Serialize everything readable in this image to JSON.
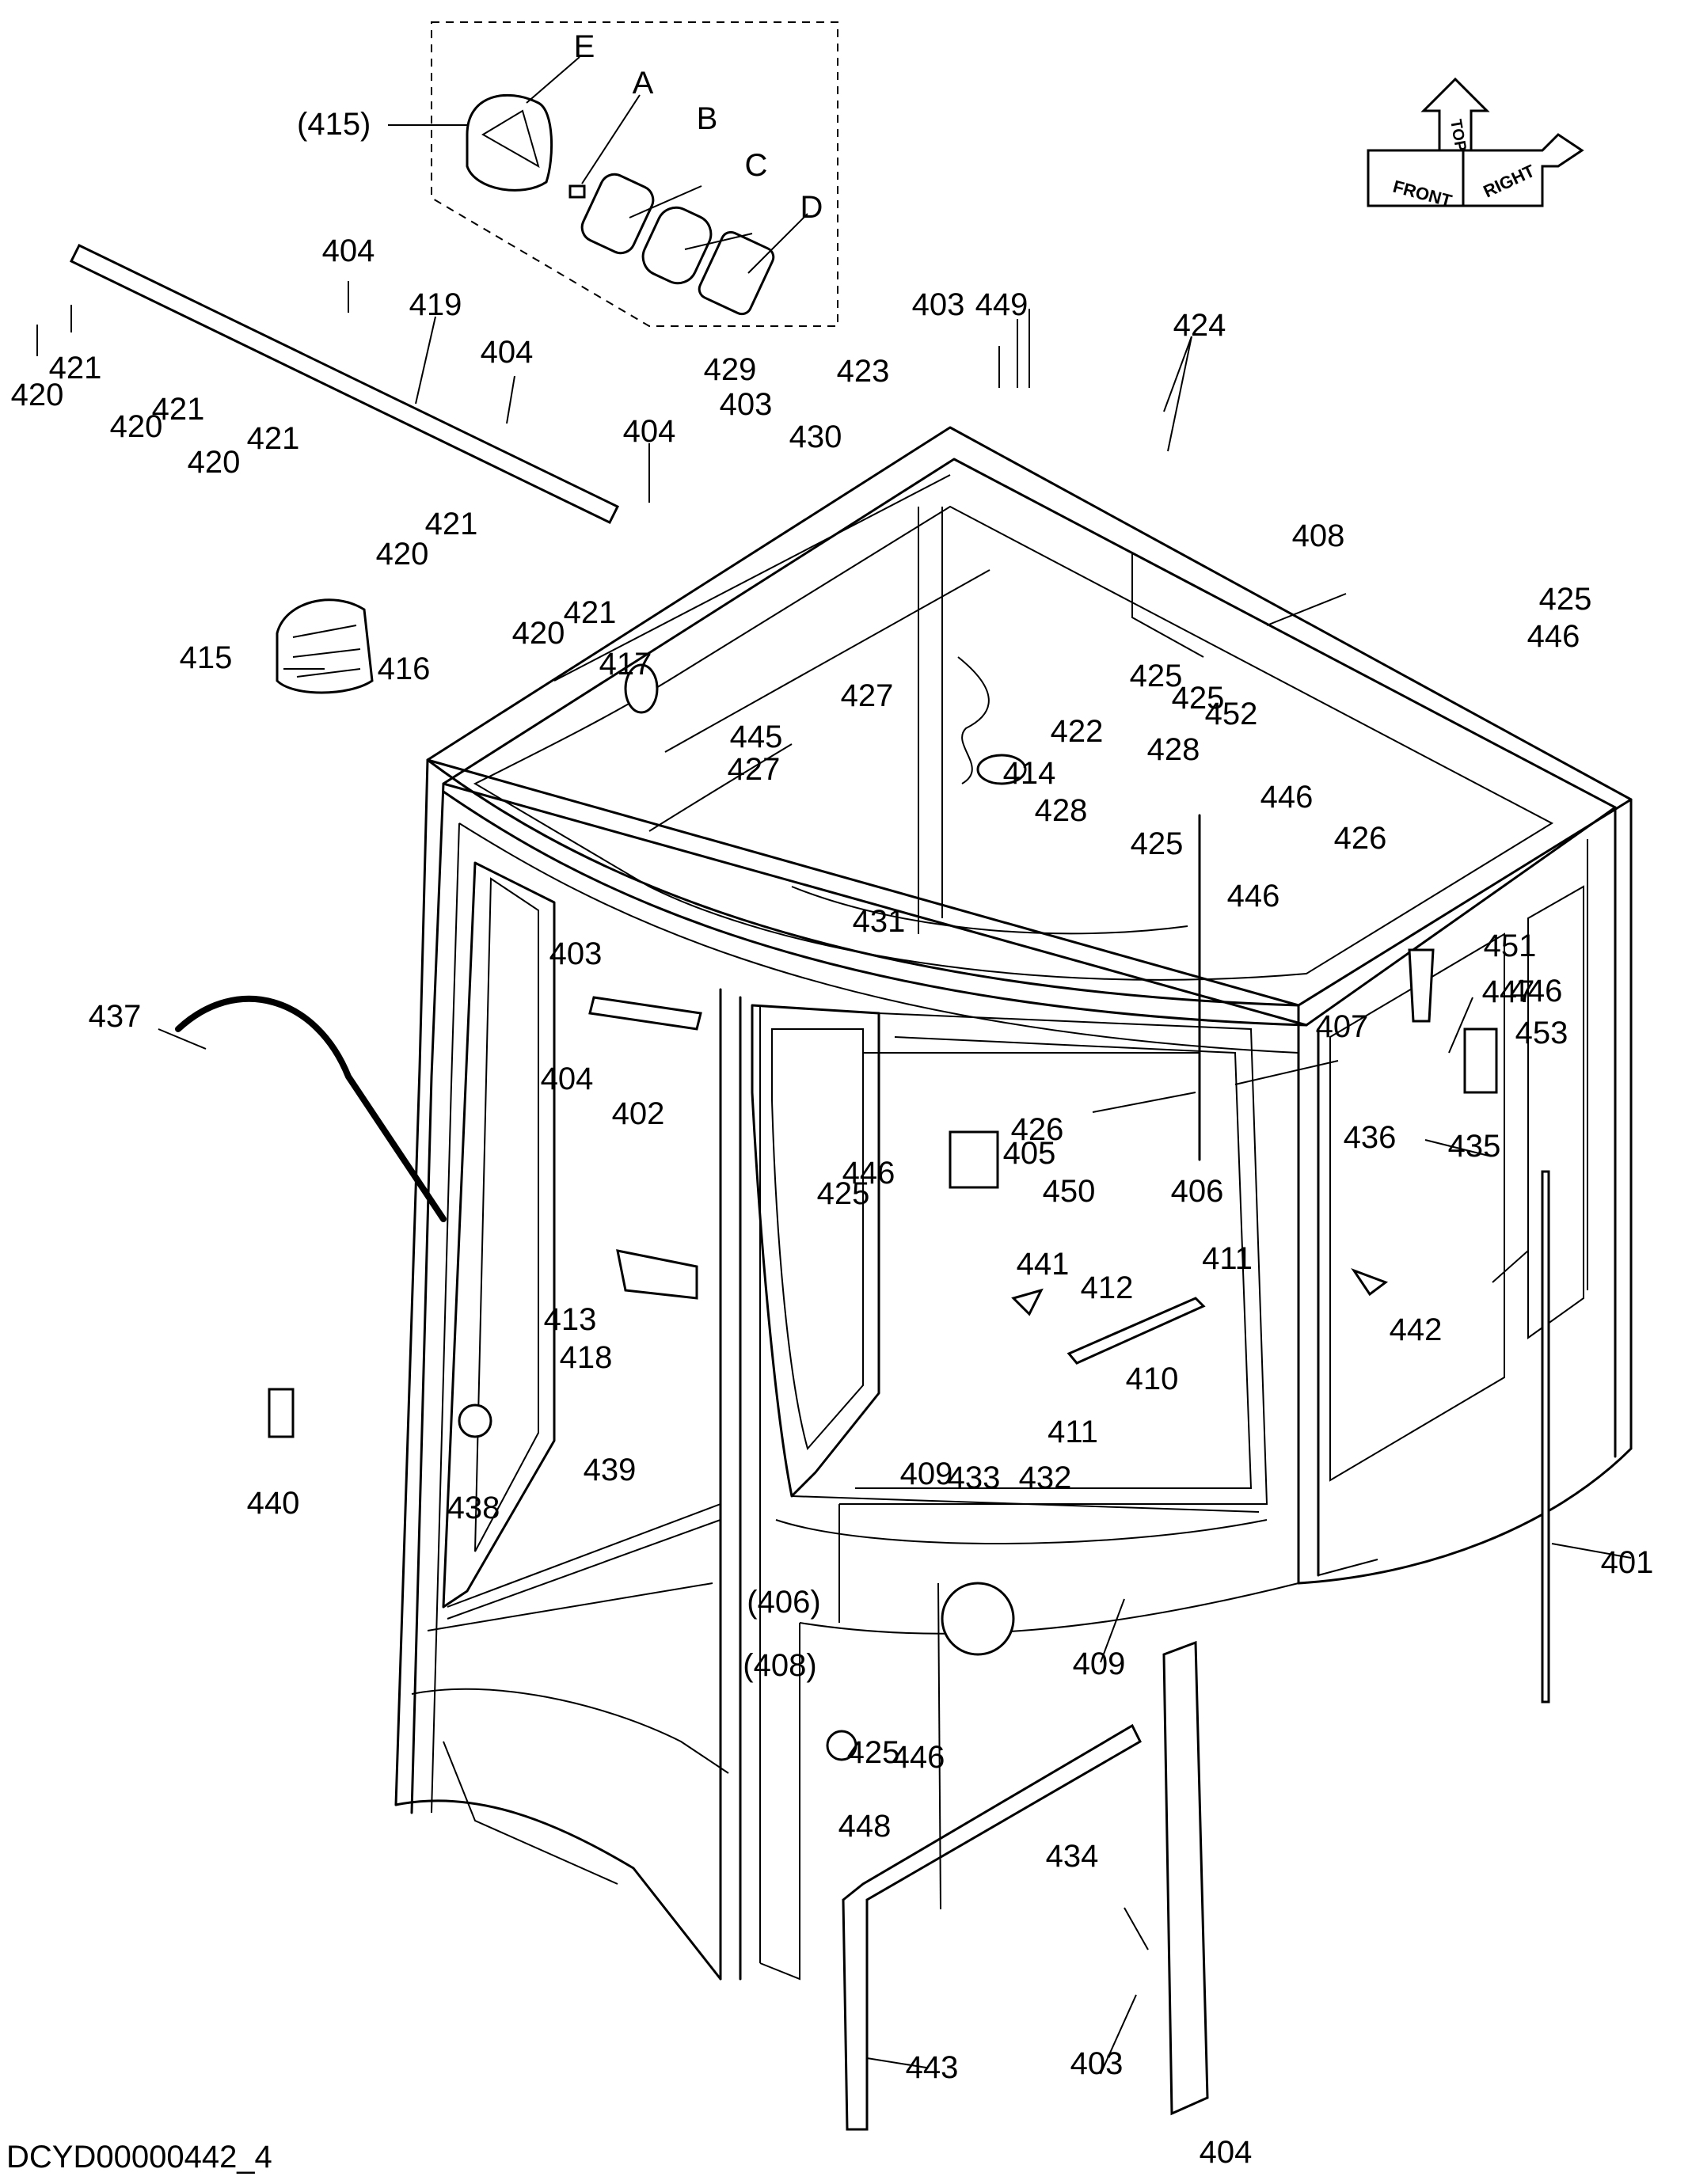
{
  "drawing_number": "DCYD00000442_4",
  "orientation_icon": {
    "front": "FRONT",
    "top": "TOP",
    "right": "RIGHT"
  },
  "inset_group": "(415)",
  "inset_letters": [
    "E",
    "A",
    "B",
    "C",
    "D"
  ],
  "callouts": [
    "401",
    "402",
    "403",
    "403",
    "403",
    "403",
    "404",
    "404",
    "404",
    "404",
    "404",
    "405",
    "406",
    "(406)",
    "407",
    "408",
    "(408)",
    "409",
    "409",
    "410",
    "411",
    "411",
    "412",
    "413",
    "414",
    "415",
    "416",
    "417",
    "418",
    "419",
    "420",
    "420",
    "420",
    "420",
    "420",
    "421",
    "421",
    "421",
    "421",
    "421",
    "422",
    "423",
    "424",
    "425",
    "425",
    "425",
    "425",
    "425",
    "425",
    "426",
    "426",
    "427",
    "427",
    "428",
    "428",
    "429",
    "430",
    "431",
    "432",
    "433",
    "434",
    "435",
    "436",
    "437",
    "438",
    "439",
    "440",
    "441",
    "442",
    "443",
    "445",
    "446",
    "446",
    "446",
    "446",
    "446",
    "446",
    "447",
    "448",
    "449",
    "450",
    "451",
    "452",
    "453"
  ]
}
